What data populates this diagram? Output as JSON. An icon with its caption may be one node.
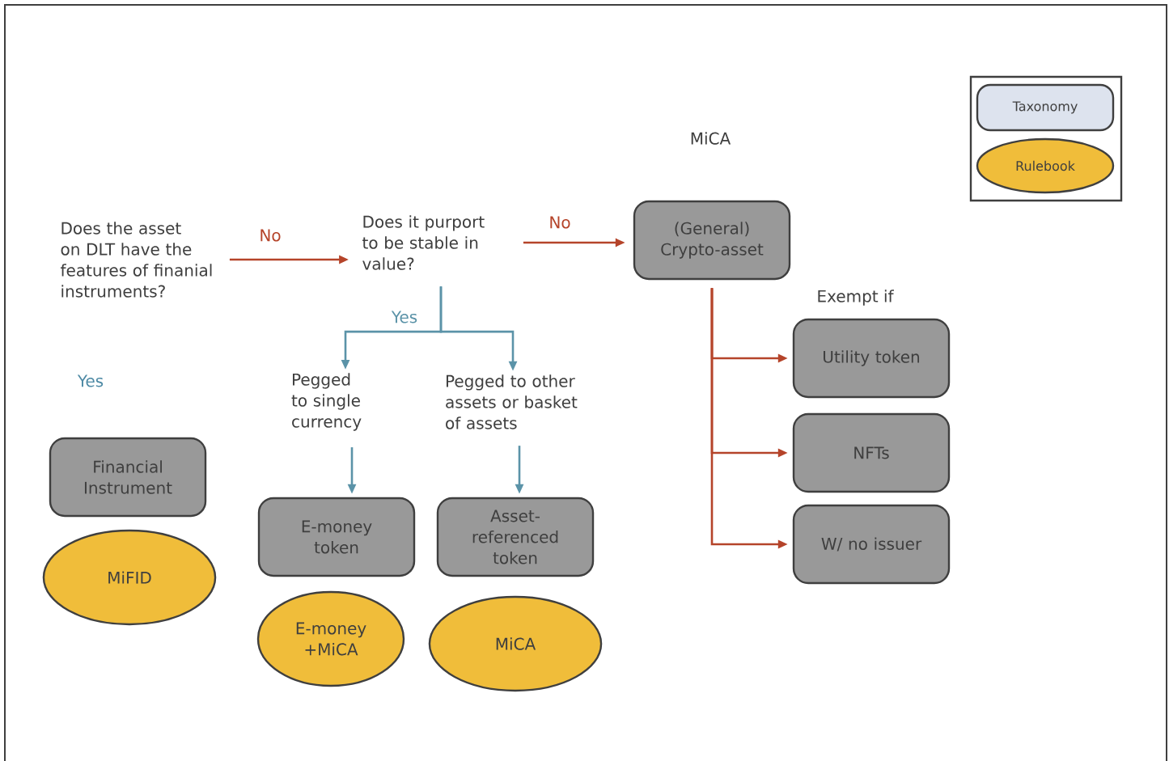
{
  "diagram": {
    "nodes": [
      {
        "text": [
          "Does the asset on DLT have the features of finanial instruments?"
        ]
      },
      {
        "text": [
          "Does it purport to be stable in value?"
        ]
      },
      {
        "text": [
          "(General) Crypto-asset"
        ]
      },
      {
        "text": [
          "Pegged to single currency"
        ]
      },
      {
        "text": [
          "Pegged to other assets or basket of assets"
        ]
      },
      {
        "text": [
          "Financial Instrument"
        ]
      },
      {
        "text": [
          "MiFID"
        ]
      },
      {
        "text": [
          "E-money token"
        ]
      },
      {
        "text": [
          "E-money +MiCA"
        ]
      },
      {
        "text": [
          "Asset-referenced token"
        ]
      },
      {
        "text": [
          "MiCA"
        ]
      },
      {
        "text": [
          "Utility token"
        ]
      },
      {
        "text": [
          "NFTs"
        ]
      },
      {
        "text": [
          "W/ no issuer"
        ]
      }
    ],
    "edges": [
      {
        "from": 0,
        "to": 1,
        "arrow": "to",
        "label": "No",
        "color": "#b5442a"
      },
      {
        "from": 1,
        "to": 2,
        "arrow": "to",
        "label": "No",
        "color": "#b5442a"
      },
      {
        "from": 1,
        "to": 3,
        "arrow": "to",
        "label": "Yes",
        "color": "#5b93a8"
      },
      {
        "from": 1,
        "to": 4,
        "arrow": "to",
        "color": "#5b93a8"
      },
      {
        "from": 3,
        "to": 7,
        "arrow": "to",
        "color": "#5b93a8"
      },
      {
        "from": 4,
        "to": 9,
        "arrow": "to",
        "color": "#5b93a8"
      },
      {
        "from": 2,
        "to": 11,
        "arrow": "to",
        "color": "#b5442a"
      },
      {
        "from": 2,
        "to": 12,
        "arrow": "to",
        "color": "#b5442a"
      },
      {
        "from": 2,
        "to": 13,
        "arrow": "to",
        "color": "#b5442a"
      }
    ],
    "labels": [
      "MiCA",
      "Yes",
      "Exempt if"
    ],
    "legend": [
      {
        "text": "Taxonomy",
        "color": "#dde3ee"
      },
      {
        "text": "Rulebook",
        "color": "#f0bd3a"
      }
    ]
  }
}
